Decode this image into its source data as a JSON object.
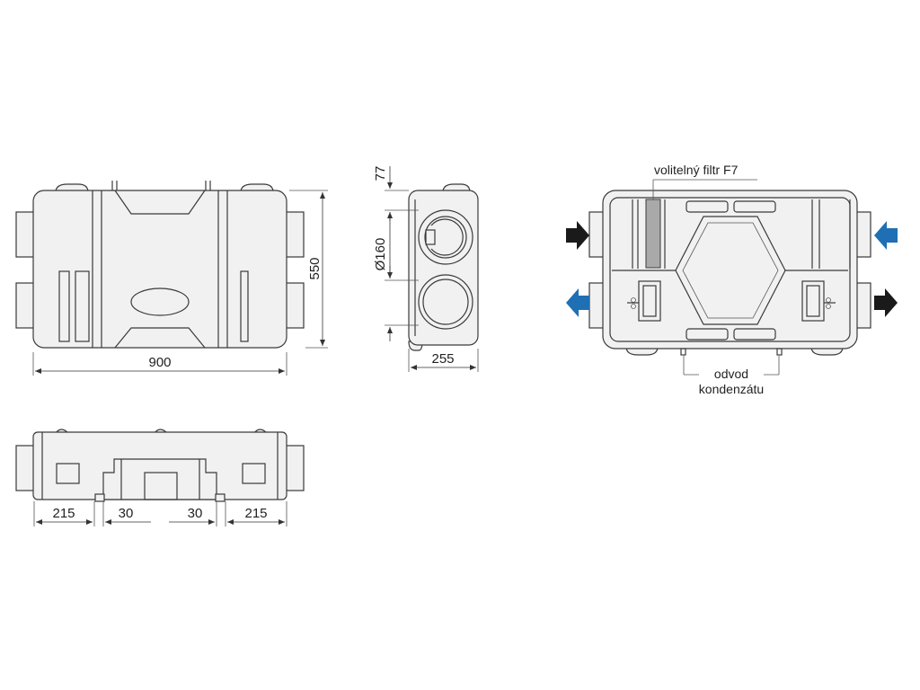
{
  "dimensions": {
    "front_width": "900",
    "front_height": "550",
    "side_width": "255",
    "side_top": "77",
    "side_diameter": "Ø160",
    "bottom_left": "215",
    "bottom_mid_left": "30",
    "bottom_mid_right": "30",
    "bottom_right": "215"
  },
  "labels": {
    "filter": "volitelný filtr F7",
    "drain_line1": "odvod",
    "drain_line2": "kondenzátu"
  },
  "colors": {
    "arrow_dark": "#1a1a1a",
    "arrow_blue": "#1f6fb4",
    "filter_fill": "#a9a9a9"
  }
}
